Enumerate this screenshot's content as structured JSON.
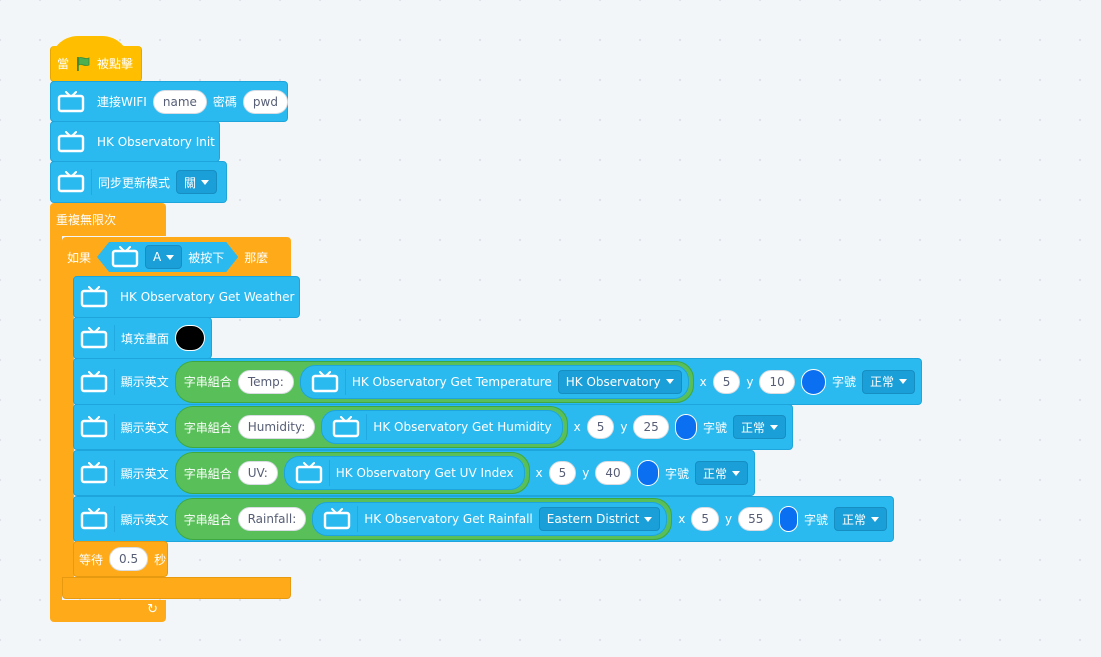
{
  "hat": {
    "prefix": "當",
    "suffix": "被點擊",
    "flag_icon": "green-flag-icon",
    "flag_color": "#4caf50"
  },
  "wifi": {
    "label": "連接WIFI",
    "name_value": "name",
    "pwd_label": "密碼",
    "pwd_value": "pwd"
  },
  "init": {
    "label": "HK Observatory Init"
  },
  "sync": {
    "label": "同步更新模式",
    "value": "關"
  },
  "forever": {
    "label": "重複無限次"
  },
  "if_block": {
    "if_label": "如果",
    "button": "A",
    "pressed": "被按下",
    "then_label": "那麼"
  },
  "get_weather": {
    "label": "HK Observatory Get Weather"
  },
  "fill": {
    "label": "填充畫面",
    "color": "#000000"
  },
  "texts": [
    {
      "label": "顯示英文",
      "join": "字串組合",
      "prefix": "Temp:",
      "getter": "HK Observatory Get Temperature",
      "getter_option": "HK Observatory",
      "x_label": "x",
      "x": "5",
      "y_label": "y",
      "y": "10",
      "color": "#0a6ff0",
      "size_label": "字號",
      "size": "正常"
    },
    {
      "label": "顯示英文",
      "join": "字串組合",
      "prefix": "Humidity:",
      "getter": "HK Observatory Get Humidity",
      "x_label": "x",
      "x": "5",
      "y_label": "y",
      "y": "25",
      "color": "#0a6ff0",
      "size_label": "字號",
      "size": "正常"
    },
    {
      "label": "顯示英文",
      "join": "字串組合",
      "prefix": "UV:",
      "getter": "HK Observatory Get UV Index",
      "x_label": "x",
      "x": "5",
      "y_label": "y",
      "y": "40",
      "color": "#0a6ff0",
      "size_label": "字號",
      "size": "正常"
    },
    {
      "label": "顯示英文",
      "join": "字串組合",
      "prefix": "Rainfall:",
      "getter": "HK Observatory Get Rainfall",
      "getter_option": "Eastern District",
      "x_label": "x",
      "x": "5",
      "y_label": "y",
      "y": "55",
      "color": "#0a6ff0",
      "size_label": "字號",
      "size": "正常"
    }
  ],
  "wait": {
    "label": "等待",
    "value": "0.5",
    "unit": "秒"
  }
}
